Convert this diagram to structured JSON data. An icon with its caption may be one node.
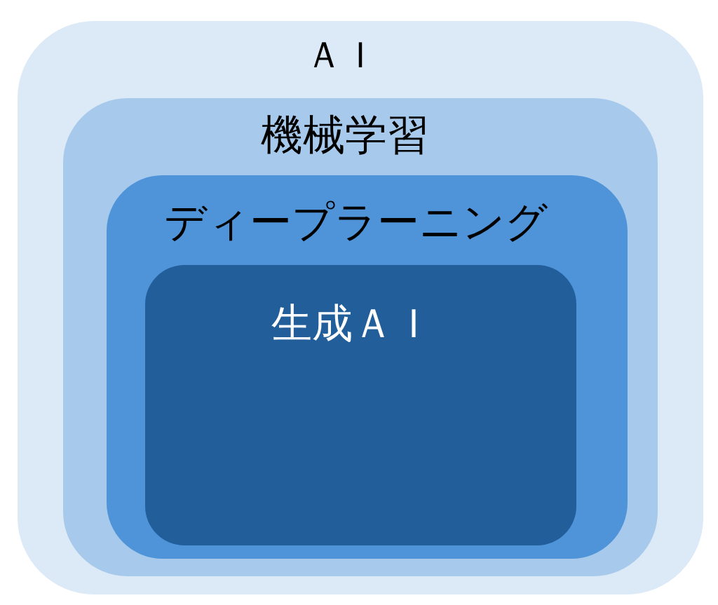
{
  "diagram": {
    "nodes": [
      {
        "text": [
          "ＡＩ"
        ]
      },
      {
        "text": [
          "機械学習"
        ],
        "in": 0
      },
      {
        "text": [
          "ディープラーニング"
        ],
        "in": 1
      },
      {
        "text": [
          "生成ＡＩ"
        ],
        "in": 2
      }
    ]
  }
}
